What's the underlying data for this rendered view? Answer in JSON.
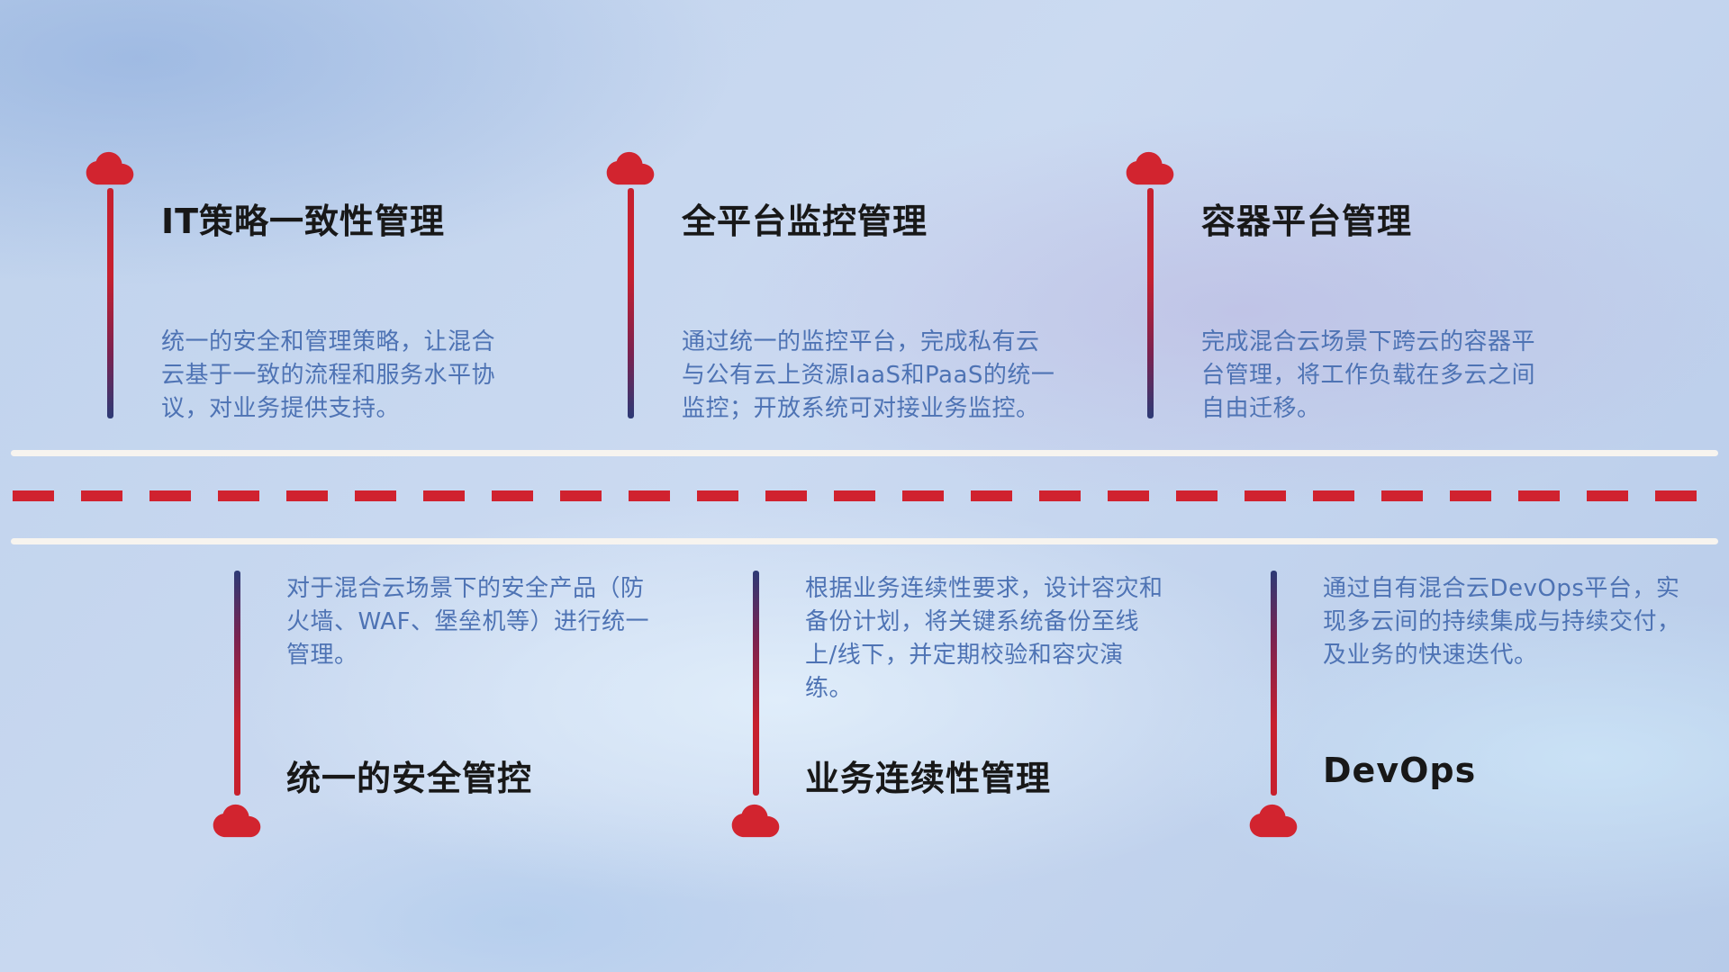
{
  "diagram": {
    "name": "hybrid-cloud-management-capabilities",
    "top_items": [
      {
        "icon": "cloud-icon",
        "title": "IT策略一致性管理",
        "description": "统一的安全和管理策略，让混合云基于一致的流程和服务水平协议，对业务提供支持。"
      },
      {
        "icon": "cloud-icon",
        "title": "全平台监控管理",
        "description": "通过统一的监控平台，完成私有云与公有云上资源IaaS和PaaS的统一监控；开放系统可对接业务监控。"
      },
      {
        "icon": "cloud-icon",
        "title": "容器平台管理",
        "description": "完成混合云场景下跨云的容器平台管理，将工作负载在多云之间自由迁移。"
      }
    ],
    "bottom_items": [
      {
        "icon": "cloud-icon",
        "title": "统一的安全管控",
        "description": "对于混合云场景下的安全产品（防火墙、WAF、堡垒机等）进行统一管理。"
      },
      {
        "icon": "cloud-icon",
        "title": "业务连续性管理",
        "description": "根据业务连续性要求，设计容灾和备份计划，将关键系统备份至线上/线下，并定期校验和容灾演练。"
      },
      {
        "icon": "cloud-icon",
        "title": "DevOps",
        "description": "通过自有混合云DevOps平台，实现多云间的持续集成与持续交付，及业务的快速迭代。"
      }
    ],
    "colors": {
      "cloud_red": "#d2242f",
      "dash_red": "#d0222f",
      "pole_red": "#c7202e",
      "pole_navy": "#2c3a76",
      "title_text": "#181818",
      "description_text": "#4e73b4",
      "road_white": "#f7f4ef",
      "background_blue": "#c3d5ee"
    }
  }
}
